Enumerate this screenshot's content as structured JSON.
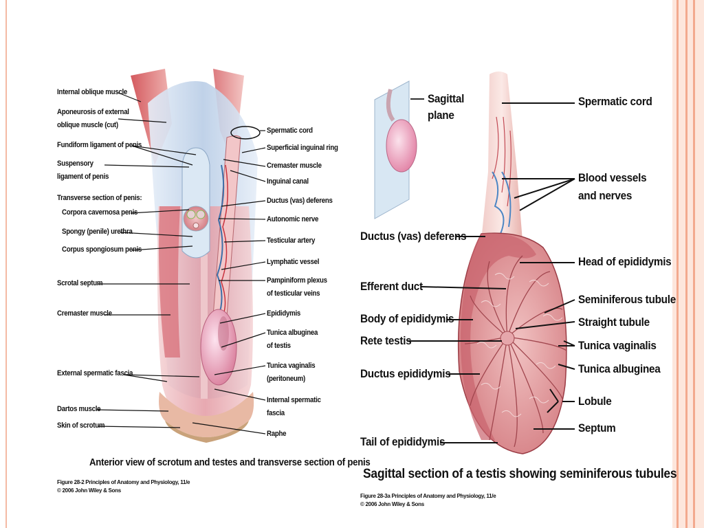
{
  "left_figure": {
    "labels_left": [
      "Internal oblique muscle",
      "Aponeurosis of external",
      "oblique muscle (cut)",
      "Fundiform ligament of penis",
      "Suspensory",
      "ligament of penis",
      "Transverse section of penis:",
      "Corpora cavernosa penis",
      "Spongy (penile) urethra",
      "Corpus spongiosum penis",
      "Scrotal septum",
      "Cremaster muscle",
      "External spermatic fascia",
      "Dartos muscle",
      "Skin of scrotum"
    ],
    "labels_right": [
      "Spermatic cord",
      "Superficial inguinal ring",
      "Cremaster muscle",
      "Inguinal canal",
      "Ductus (vas) deferens",
      "Autonomic nerve",
      "Testicular artery",
      "Lymphatic vessel",
      "Pampiniform plexus",
      "of testicular veins",
      "Epididymis",
      "Tunica albuginea",
      "of testis",
      "Tunica vaginalis",
      "(peritoneum)",
      "Internal spermatic",
      "fascia",
      "Raphe"
    ],
    "caption": "Anterior view of scrotum and testes and transverse section of penis",
    "figure_ref": "Figure 28-2  Principles of Anatomy and Physiology, 11/e",
    "copyright": "© 2006 John Wiley & Sons"
  },
  "right_figure": {
    "inset_label_line1": "Sagittal",
    "inset_label_line2": "plane",
    "labels_left": [
      "Ductus (vas) deferens",
      "Efferent duct",
      "Body of epididymis",
      "Rete testis",
      "Ductus epididymis",
      "Tail of epididymis"
    ],
    "labels_right": [
      "Spermatic cord",
      "Blood vessels",
      "and nerves",
      "Head of epididymis",
      "Seminiferous tubule",
      "Straight tubule",
      "Tunica vaginalis",
      "Tunica albuginea",
      "Lobule",
      "Septum"
    ],
    "caption": "Sagittal section of a testis showing seminiferous tubules",
    "figure_ref": "Figure 28-3a  Principles of Anatomy and Physiology, 11/e",
    "copyright": "© 2006 John Wiley & Sons"
  },
  "colors": {
    "frame_stripe": "#f3a98e",
    "frame_background": "#fde6dc",
    "tissue_pink": "#e8a2a8",
    "tissue_dark": "#b8545c",
    "fascia_blue": "#c6d7ec",
    "muscle_red": "#c8474f"
  }
}
